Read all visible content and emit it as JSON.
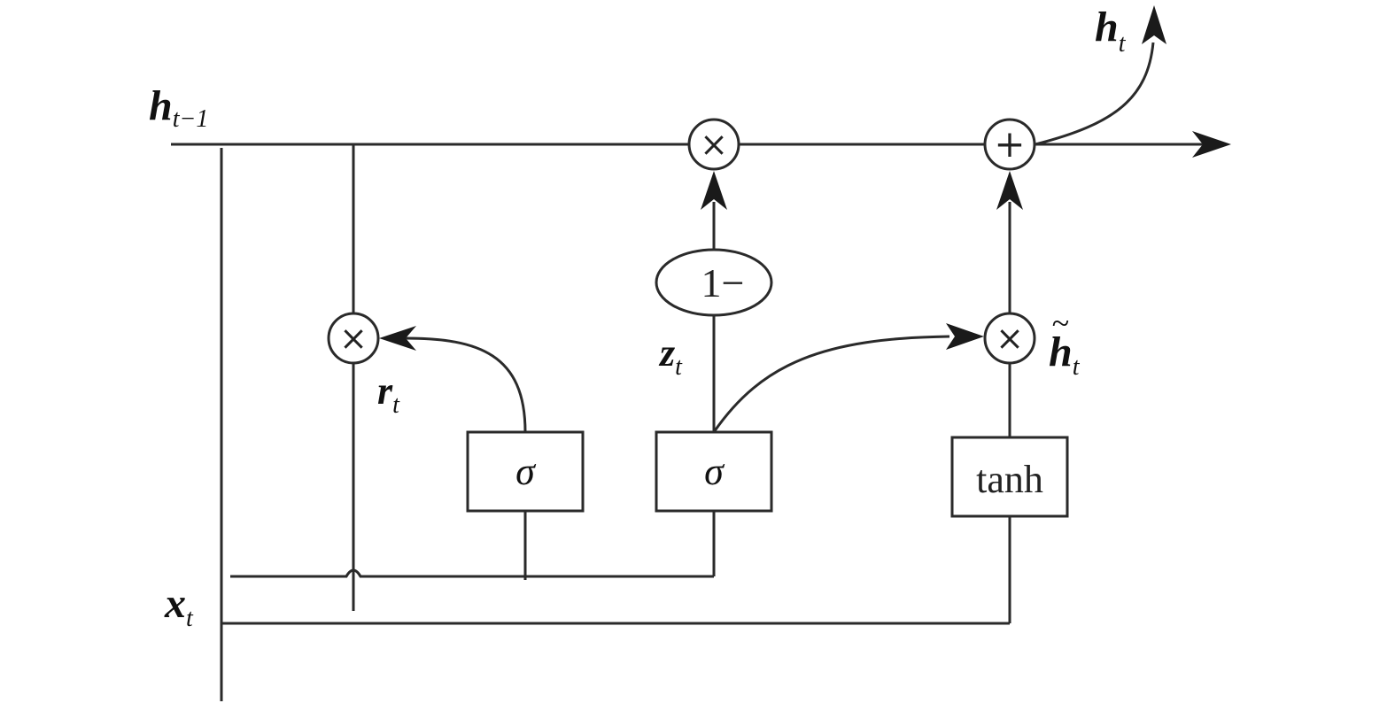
{
  "diagram": {
    "symbols": {
      "h_prev": {
        "main": "h",
        "sub": "t−1"
      },
      "h_out": {
        "main": "h",
        "sub": "t"
      },
      "x_in": {
        "main": "x",
        "sub": "t"
      },
      "r_gate": {
        "main": "r",
        "sub": "t"
      },
      "z_gate": {
        "main": "z",
        "sub": "t"
      },
      "h_cand": {
        "main": "h",
        "sub": "t",
        "accent": "~"
      }
    },
    "operators": {
      "multiply": "×",
      "add": "+",
      "one_minus": "1−"
    },
    "boxes": {
      "reset_sigmoid": "σ",
      "update_sigmoid": "σ",
      "candidate_tanh": "tanh"
    }
  }
}
